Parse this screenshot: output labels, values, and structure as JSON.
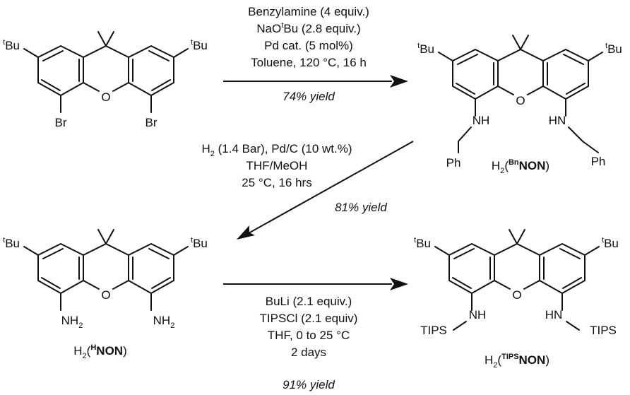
{
  "step1": {
    "conditions": [
      "Benzylamine (4 equiv.)",
      "NaO",
      "Bu (2.8 equiv.)",
      "Pd cat. (5 mol%)",
      "Toluene, 120 °C, 16 h"
    ],
    "yield": "74% yield"
  },
  "step2": {
    "conditions": [
      "H",
      "2",
      " (1.4 Bar), Pd/C (10 wt.%)",
      "THF/MeOH",
      "25 °C, 16 hrs"
    ],
    "yield": "81% yield"
  },
  "step3": {
    "conditions": [
      "BuLi (2.1 equiv.)",
      "TIPSCl (2.1 equiv)",
      "THF, 0 to 25 °C",
      "2 days"
    ],
    "yield": "91% yield"
  },
  "atoms": {
    "tbu_sup": "t",
    "tbu": "Bu",
    "oxygen": "O",
    "bromine": "Br",
    "nh": "NH",
    "hn": "HN",
    "nh2": "NH",
    "two": "2",
    "ph": "Ph",
    "tips": "TIPS"
  },
  "compounds": {
    "bn": {
      "prefix": "H",
      "sub": "2",
      "open": "(",
      "sup": "Bn",
      "core": "NON",
      "close": ")"
    },
    "h": {
      "prefix": "H",
      "sub": "2",
      "open": "(",
      "sup": "H",
      "core": "NON",
      "close": ")"
    },
    "tips": {
      "prefix": "H",
      "sub": "2",
      "open": "(",
      "sup": "TIPS",
      "core": "NON",
      "close": ")"
    }
  }
}
